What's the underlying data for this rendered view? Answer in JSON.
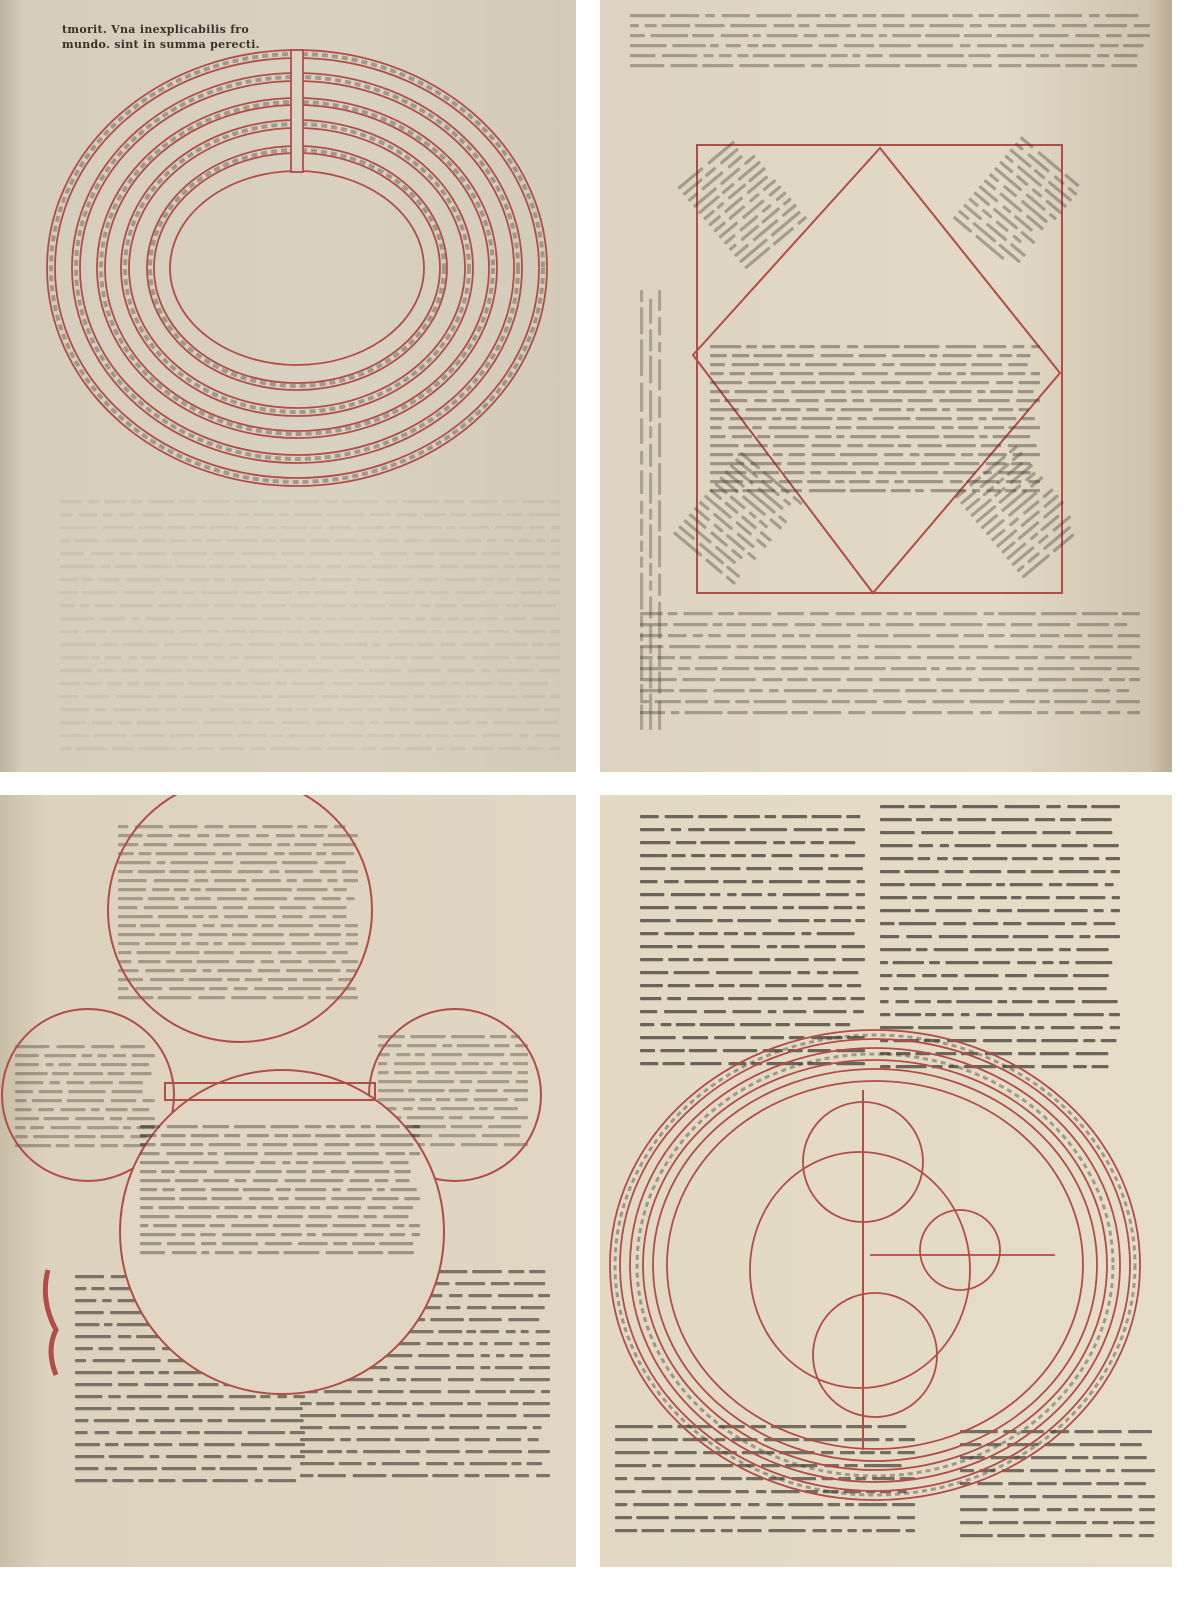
{
  "pages": [
    {
      "id": "top-left",
      "heading": "tmorit. Vna inexplicabilis fro mundo. sint in summa perecti."
    },
    {
      "id": "top-right"
    },
    {
      "id": "bottom-left"
    },
    {
      "id": "bottom-right"
    }
  ],
  "colors": {
    "ink": "#3a332c",
    "rubric": "#b24c47"
  }
}
